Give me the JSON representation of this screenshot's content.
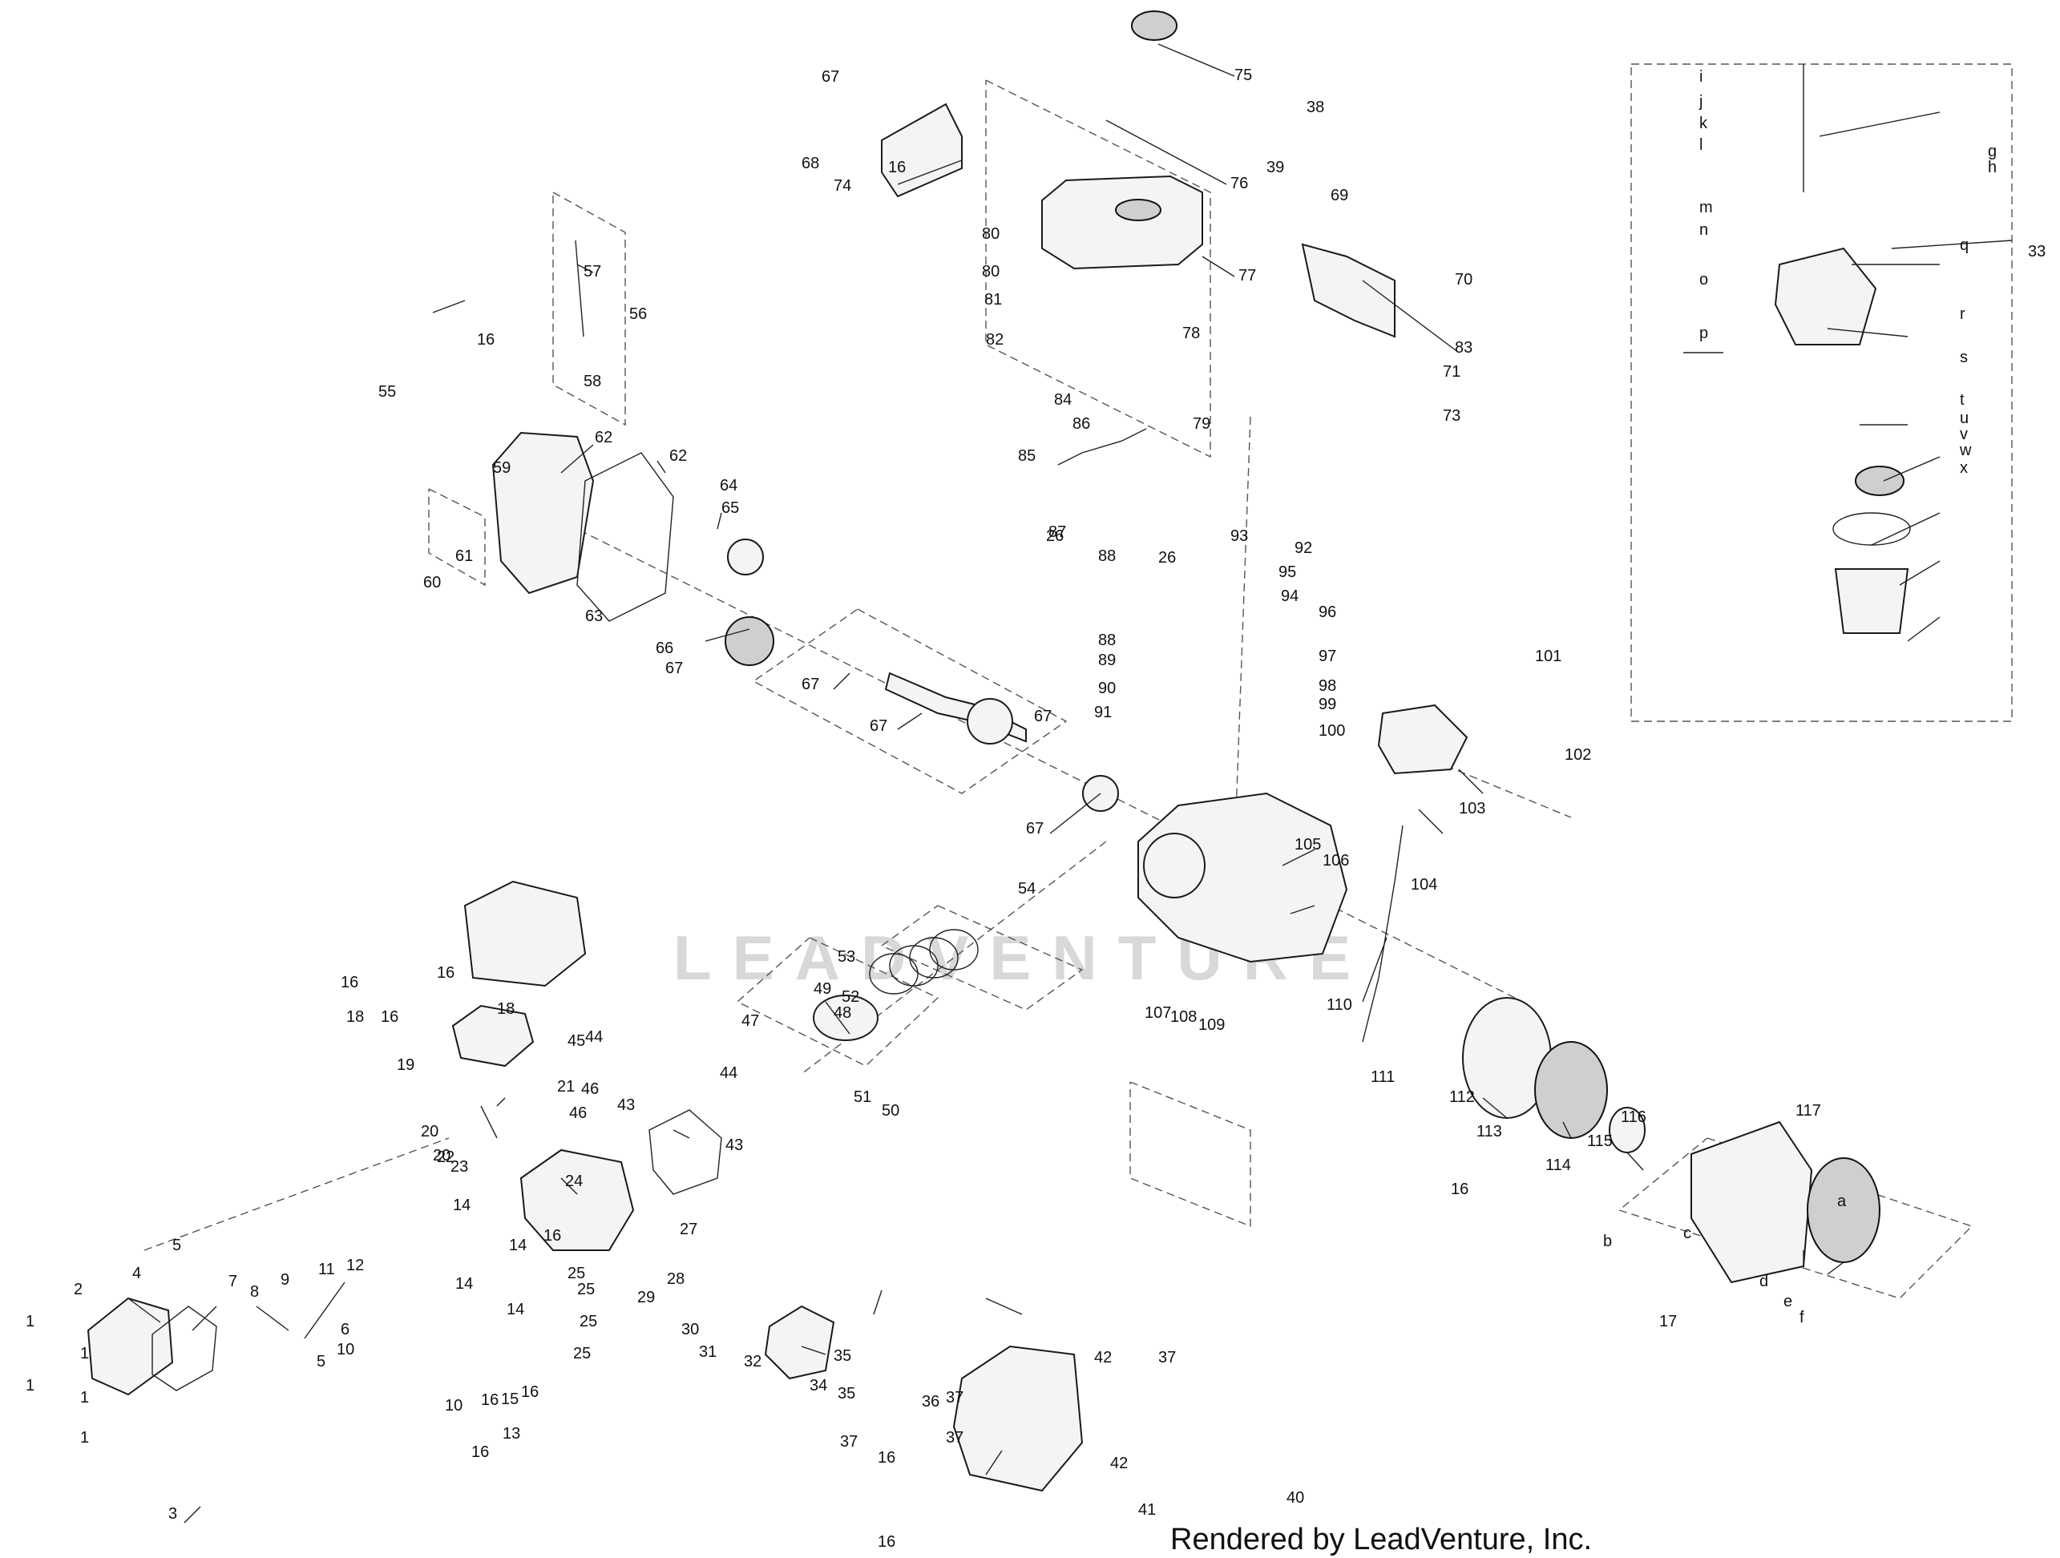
{
  "watermark": "LEADVENTURE",
  "credit": "Rendered by LeadVenture, Inc.",
  "callouts": [
    "1",
    "1",
    "1",
    "1",
    "1",
    "2",
    "3",
    "4",
    "5",
    "5",
    "6",
    "7",
    "8",
    "9",
    "10",
    "10",
    "11",
    "12",
    "13",
    "14",
    "14",
    "14",
    "14",
    "15",
    "16",
    "16",
    "16",
    "16",
    "16",
    "16",
    "16",
    "16",
    "16",
    "16",
    "16",
    "16",
    "17",
    "18",
    "18",
    "19",
    "20",
    "20",
    "21",
    "22",
    "23",
    "24",
    "25",
    "25",
    "25",
    "25",
    "26",
    "26",
    "27",
    "28",
    "29",
    "30",
    "31",
    "32",
    "33",
    "34",
    "35",
    "35",
    "36",
    "37",
    "37",
    "37",
    "37",
    "38",
    "39",
    "40",
    "41",
    "42",
    "42",
    "43",
    "43",
    "44",
    "44",
    "45",
    "46",
    "46",
    "47",
    "48",
    "49",
    "50",
    "51",
    "52",
    "53",
    "54",
    "55",
    "56",
    "57",
    "58",
    "59",
    "60",
    "61",
    "62",
    "62",
    "63",
    "64",
    "65",
    "66",
    "67",
    "67",
    "67",
    "67",
    "67",
    "67",
    "68",
    "69",
    "70",
    "71",
    "73",
    "74",
    "75",
    "76",
    "77",
    "78",
    "79",
    "80",
    "80",
    "81",
    "82",
    "83",
    "84",
    "85",
    "86",
    "87",
    "88",
    "88",
    "89",
    "90",
    "91",
    "92",
    "93",
    "94",
    "95",
    "96",
    "97",
    "98",
    "99",
    "100",
    "101",
    "102",
    "103",
    "104",
    "105",
    "106",
    "107",
    "108",
    "109",
    "110",
    "111",
    "112",
    "113",
    "114",
    "115",
    "116",
    "117",
    "a",
    "b",
    "c",
    "d",
    "e",
    "f",
    "g",
    "h",
    "i",
    "j",
    "k",
    "l",
    "m",
    "n",
    "o",
    "p",
    "q",
    "r",
    "s",
    "t",
    "u",
    "v",
    "w",
    "x"
  ]
}
